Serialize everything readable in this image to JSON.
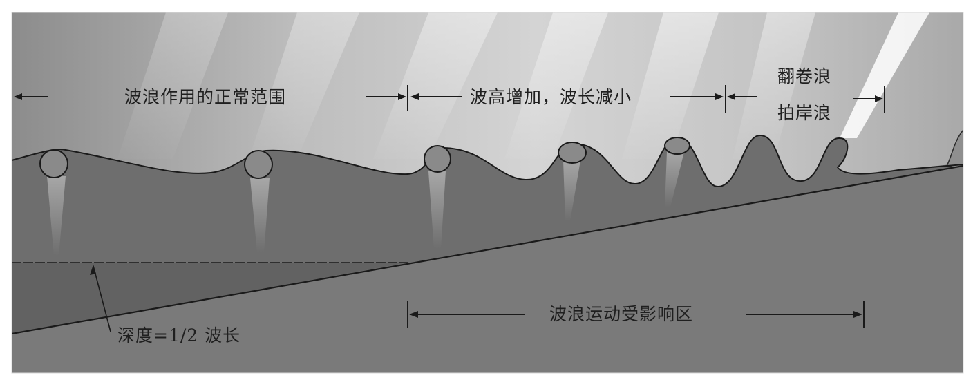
{
  "labels": {
    "normal_range": "波浪作用的正常范围",
    "height_up_length_down": "波高增加，波长减小",
    "breaker_line1": "翻卷浪",
    "breaker_line2": "拍岸浪",
    "affected_zone": "波浪运动受影响区",
    "depth_note": "深度=1/2 波长"
  },
  "colors": {
    "sky_dark": "#8a8a8a",
    "sky_light": "#e9e9e9",
    "water": "#6e6e6e",
    "deep_water": "#5f5f5f",
    "seabed": "#7a7a7a",
    "ink": "#1f1f1f"
  }
}
